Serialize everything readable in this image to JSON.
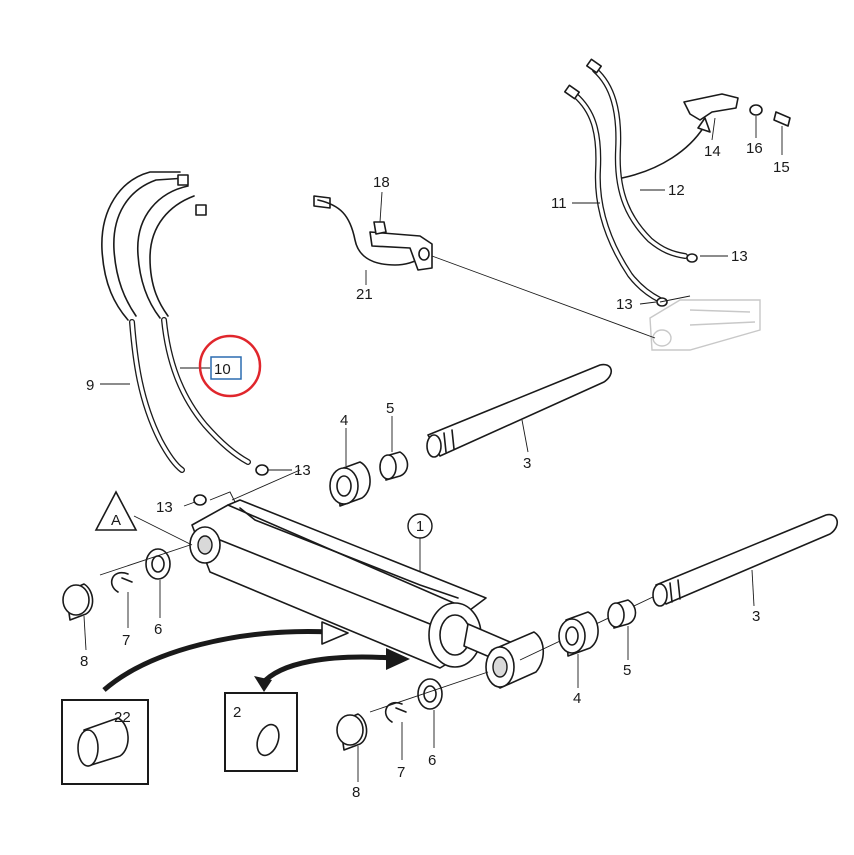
{
  "callouts": {
    "c1": "1",
    "c2": "2",
    "c3a": "3",
    "c3b": "3",
    "c4a": "4",
    "c4b": "4",
    "c5a": "5",
    "c5b": "5",
    "c6a": "6",
    "c6b": "6",
    "c7a": "7",
    "c7b": "7",
    "c8a": "8",
    "c8b": "8",
    "c9": "9",
    "c10": "10",
    "c11": "11",
    "c12": "12",
    "c13a": "13",
    "c13b": "13",
    "c13c": "13",
    "c13d": "13",
    "c14": "14",
    "c15": "15",
    "c16": "16",
    "c18": "18",
    "c21": "21",
    "c22": "22",
    "marker": "A"
  },
  "colors": {
    "highlight_circle": "#e0262c",
    "highlight_box": "#2b6cb0",
    "line": "#1a1a1a"
  }
}
